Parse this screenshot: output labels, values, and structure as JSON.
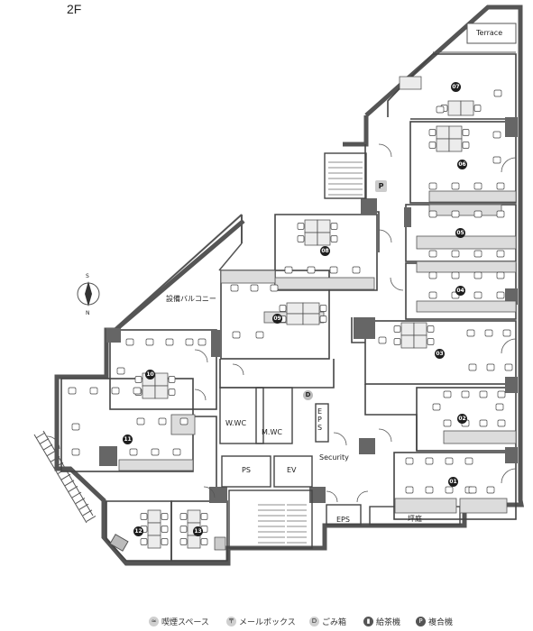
{
  "floor": {
    "label": "2F"
  },
  "labels": {
    "terrace": "Terrace",
    "balcony": "設備バルコニー",
    "ps": "PS",
    "ev": "EV",
    "wwc": "W.WC",
    "mwc": "M.WC",
    "eps_v": "EPS",
    "eps_h": "EPS",
    "security": "Security",
    "engawa": "坪庭",
    "compass_s": "S",
    "compass_n": "N",
    "p_symbol": "P",
    "d_symbol": "D"
  },
  "rooms": [
    "07",
    "06",
    "08",
    "05",
    "04",
    "09",
    "03",
    "10",
    "02",
    "11",
    "01",
    "12",
    "13"
  ],
  "legend": {
    "smoking": "喫煙スペース",
    "mailbox": "メールボックス",
    "trash": "ごみ箱",
    "tea": "給茶機",
    "copier": "複合機",
    "icons": {
      "smoking": "smoking-area-icon",
      "mailbox": "mailbox-icon",
      "trash": "D",
      "tea": "tea-machine-icon",
      "copier": "P"
    }
  },
  "colors": {
    "wall": "#555555",
    "desk": "#d8d8d8",
    "outline": "#333333"
  }
}
